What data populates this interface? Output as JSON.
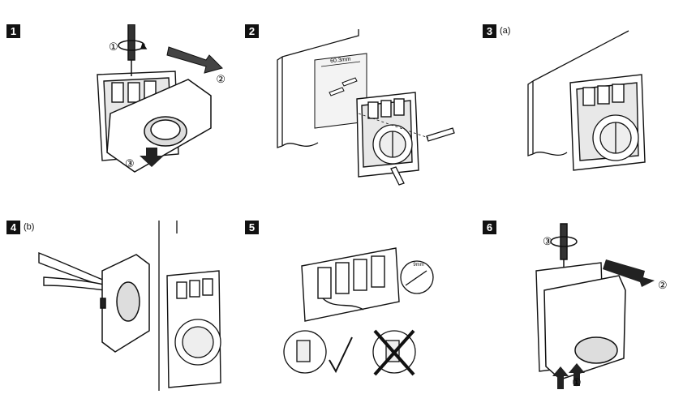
{
  "steps": [
    {
      "number": "1",
      "note": ""
    },
    {
      "number": "2",
      "note": ""
    },
    {
      "number": "3",
      "note": "(a)"
    },
    {
      "number": "4",
      "note": "(b)"
    },
    {
      "number": "5",
      "note": ""
    },
    {
      "number": "6",
      "note": ""
    }
  ],
  "callouts": {
    "one": "①",
    "two": "②",
    "three": "③"
  },
  "labels": {
    "spacing": "60.3mm",
    "strip": "9mm"
  }
}
